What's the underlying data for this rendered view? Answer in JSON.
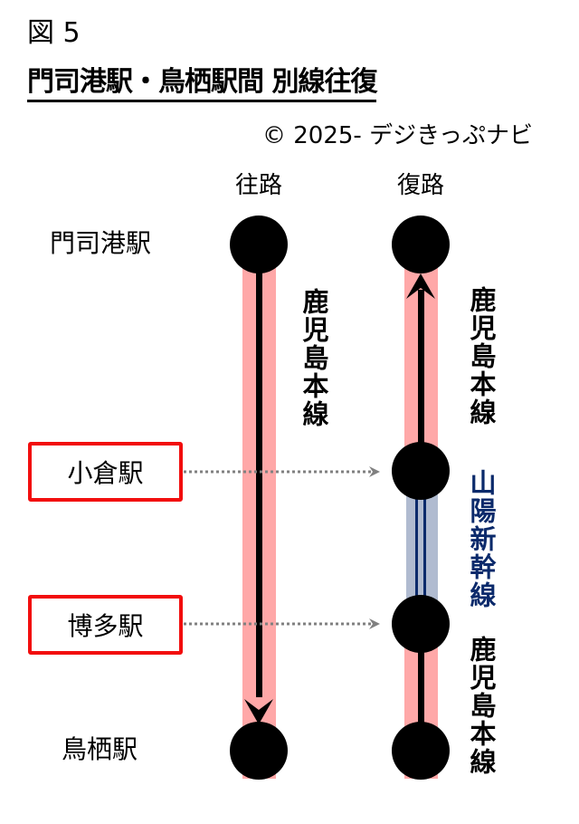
{
  "figure": {
    "number": "図 5",
    "title": "門司港駅・鳥栖駅間 別線往復",
    "copyright": "© 2025- デジきっぷナビ"
  },
  "columns": {
    "outbound": "往路",
    "return": "復路"
  },
  "stations": {
    "mojiko": "門司港駅",
    "kokura": "小倉駅",
    "hakata": "博多駅",
    "tosu": "鳥栖駅"
  },
  "lines": {
    "outbound_line": "鹿児島本線",
    "return_upper_line": "鹿児島本線",
    "return_middle_line": "山陽新幹線",
    "return_lower_line": "鹿児島本線"
  },
  "colors": {
    "conventional_band": "#ffa8a8",
    "shinkansen_band": "#b0bbd0",
    "shinkansen_line": "#0b2a6b",
    "highlight_box": "#f20d0d",
    "dotted_arrow": "#808080"
  }
}
